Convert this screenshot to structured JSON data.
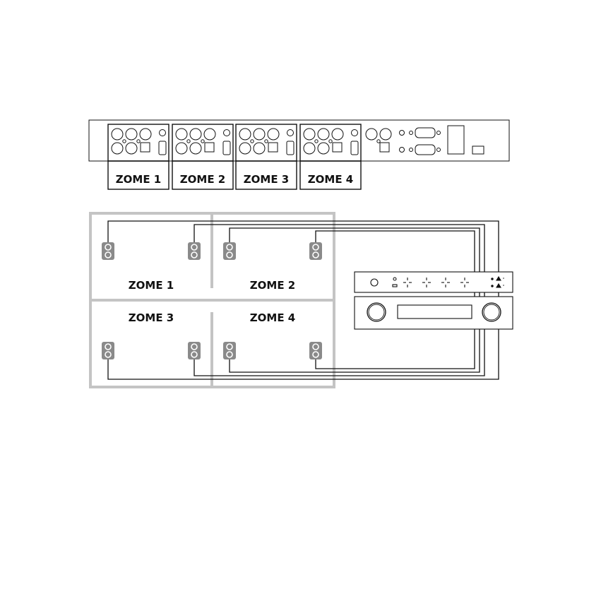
{
  "rear_panel": {
    "zone_labels": [
      "ZOME 1",
      "ZOME 2",
      "ZOME 3",
      "ZOME 4"
    ]
  },
  "rooms": {
    "zone_labels": [
      "ZOME 1",
      "ZOME 2",
      "ZOME 3",
      "ZOME 4"
    ]
  },
  "colors": {
    "line": "#111111",
    "room_outline": "#c4c4c4",
    "speaker": "#8a8a8a"
  }
}
